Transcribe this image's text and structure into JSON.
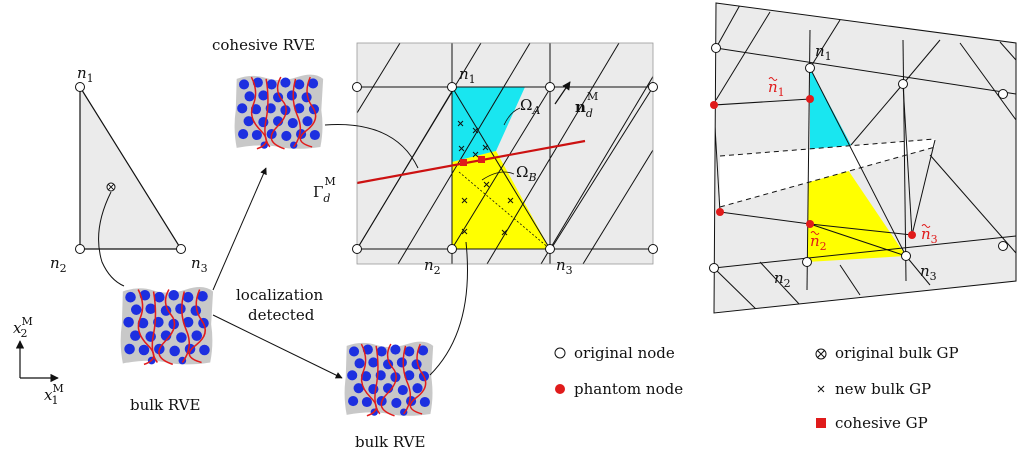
{
  "labels": {
    "cohesive_rve": "cohesive RVE",
    "bulk_rve_left": "bulk RVE",
    "bulk_rve_bottom": "bulk RVE",
    "localization_1": "localization",
    "localization_2": "detected"
  },
  "nodes": {
    "n_base": "n",
    "n1": "1",
    "n2": "2",
    "n3": "3"
  },
  "symbols": {
    "omega": "Ω",
    "omega_a_sub": "A",
    "omega_b_sub": "B",
    "gamma": "Γ",
    "gamma_sub": "d",
    "gamma_sup": "M",
    "normal_n": "n",
    "normal_sub": "d",
    "normal_sup": "M",
    "axis_x": "x",
    "axis_x1_sub": "1",
    "axis_x2_sub": "2",
    "axis_sup": "M"
  },
  "legend": {
    "original_node": "original node",
    "phantom_node": "phantom node",
    "original_bulk_gp": "original bulk GP",
    "new_bulk_gp": "new bulk GP",
    "cohesive_gp": "cohesive GP"
  },
  "colors": {
    "cyan": "#19e6f0",
    "yellow": "#ffff00",
    "grey_fill": "#ebebeb",
    "crack_red": "#cc1111",
    "phantom_red": "#e01b1b",
    "particle_blue": "#1d2fe0"
  },
  "icons": [
    "original-node-icon",
    "phantom-node-icon",
    "original-bulk-gp-icon",
    "new-bulk-gp-icon",
    "cohesive-gp-icon",
    "rve-image"
  ]
}
